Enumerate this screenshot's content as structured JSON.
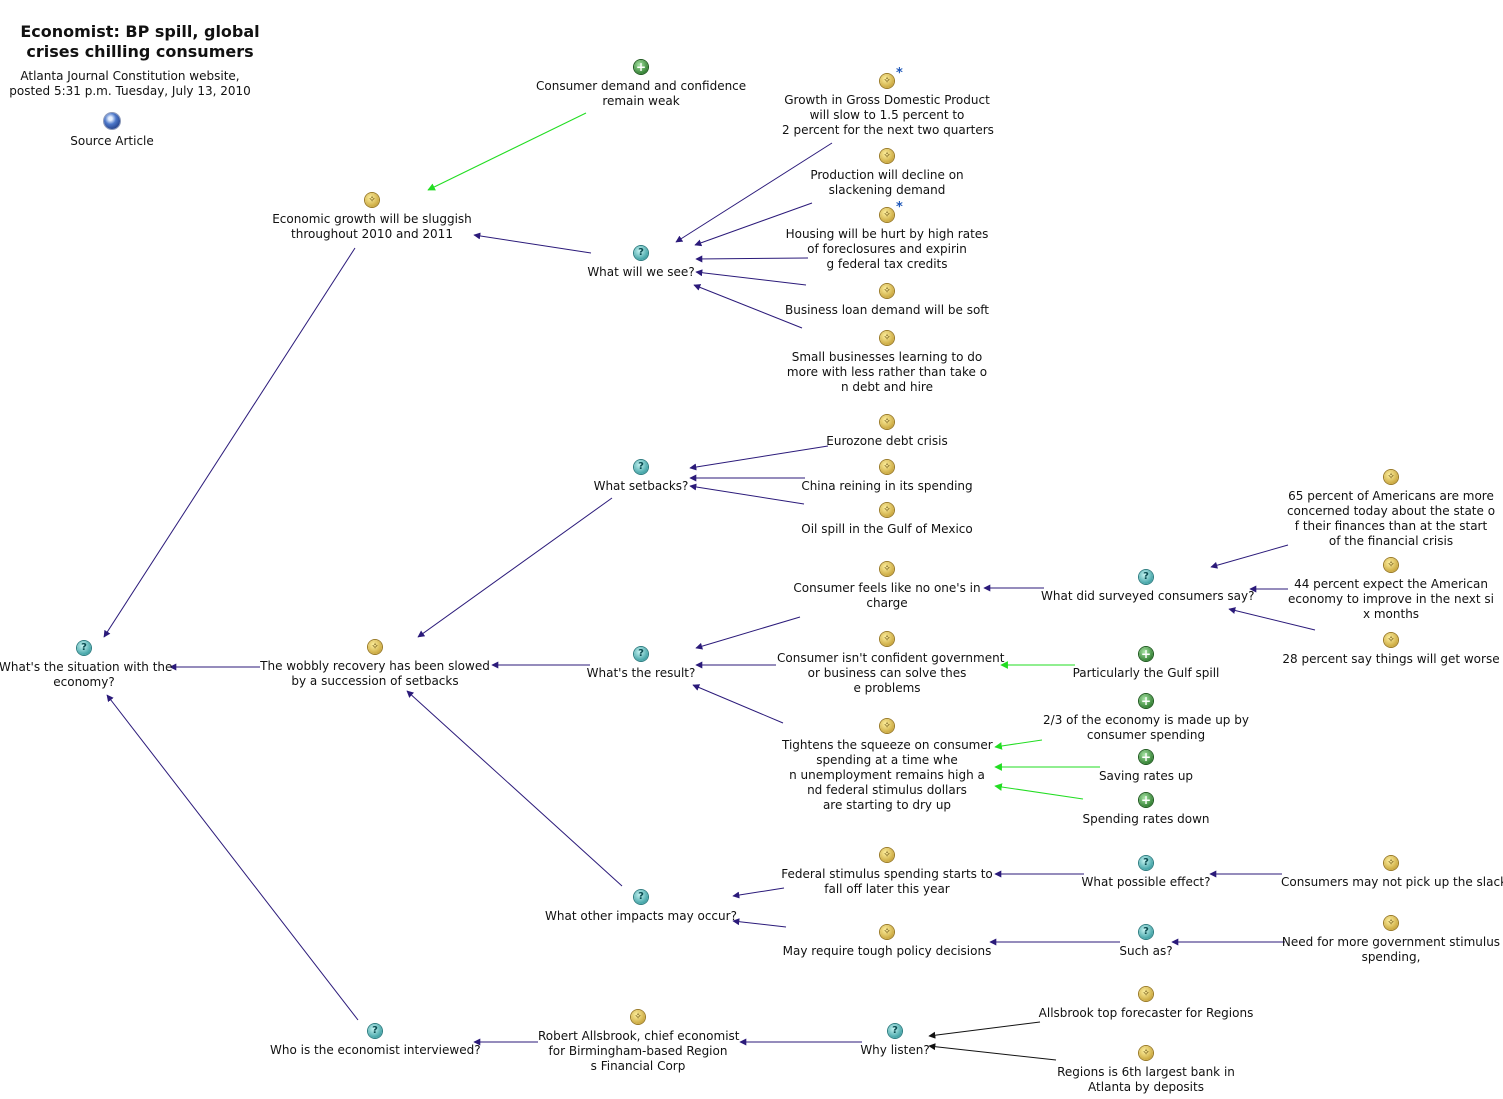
{
  "header": {
    "title": "Economist: BP spill, global crises chilling consumers",
    "subtitle": "Atlanta Journal Constitution website, posted 5:31 p.m. Tuesday, July 13, 2010",
    "source_label": "Source Article"
  },
  "icons": {
    "question": "question-icon",
    "idea": "idea-icon",
    "pro": "plus-icon",
    "source": "globe-icon"
  },
  "colors": {
    "support": "#22dd22",
    "link": "#2b1a7a",
    "link_alt": "#111111"
  },
  "nodes": [
    {
      "id": "situation",
      "type": "q",
      "label": "What's the situation with the economy?"
    },
    {
      "id": "growth",
      "type": "i",
      "label": "Economic growth will be sluggish throughout 2010 and 2011"
    },
    {
      "id": "demand",
      "type": "p",
      "label": "Consumer demand and confidence remain weak"
    },
    {
      "id": "see",
      "type": "q",
      "label": "What will we see?"
    },
    {
      "id": "gdp",
      "type": "i",
      "star": true,
      "label": "Growth in Gross Domestic Product will slow to 1.5 percent to 2 percent for the next two quarters"
    },
    {
      "id": "production",
      "type": "i",
      "label": "Production will decline on slackening demand"
    },
    {
      "id": "housing",
      "type": "i",
      "star": true,
      "label": "Housing will be hurt by high rates of foreclosures and expiring federal tax credits"
    },
    {
      "id": "loans",
      "type": "i",
      "label": "Business loan demand will be soft"
    },
    {
      "id": "smallbiz",
      "type": "i",
      "label": "Small businesses learning to do more with less rather than take on debt and hire"
    },
    {
      "id": "setbacks",
      "type": "q",
      "label": "What setbacks?"
    },
    {
      "id": "eurozone",
      "type": "i",
      "label": "Eurozone debt crisis"
    },
    {
      "id": "china",
      "type": "i",
      "label": "China reining in its spending"
    },
    {
      "id": "oil",
      "type": "i",
      "label": "Oil spill in the Gulf of Mexico"
    },
    {
      "id": "wobbly",
      "type": "i",
      "label": "The wobbly recovery has been slowed by a succession of setbacks"
    },
    {
      "id": "result",
      "type": "q",
      "label": "What's the result?"
    },
    {
      "id": "nocharge",
      "type": "i",
      "label": "Consumer feels like no one's in charge"
    },
    {
      "id": "surveyed",
      "type": "q",
      "label": "What did surveyed consumers say?"
    },
    {
      "id": "pct65",
      "type": "i",
      "label": "65 percent of Americans are more concerned today about the state of their finances than at the start of the financial crisis"
    },
    {
      "id": "pct44",
      "type": "i",
      "label": "44 percent expect the American economy to improve in the next six months"
    },
    {
      "id": "pct28",
      "type": "i",
      "label": "28 percent say things will get worse"
    },
    {
      "id": "notconfident",
      "type": "i",
      "label": "Consumer isn't confident government or business can solve these problems"
    },
    {
      "id": "gulf",
      "type": "p",
      "label": "Particularly the Gulf spill"
    },
    {
      "id": "squeeze",
      "type": "i",
      "label": "Tightens the squeeze on consumer spending at a time when unemployment remains high and federal stimulus dollars are starting to dry up"
    },
    {
      "id": "twothirds",
      "type": "p",
      "label": "2/3 of the economy is made up by consumer spending"
    },
    {
      "id": "saving",
      "type": "p",
      "label": "Saving rates up"
    },
    {
      "id": "spending",
      "type": "p",
      "label": "Spending rates down"
    },
    {
      "id": "impacts",
      "type": "q",
      "label": "What other impacts may occur?"
    },
    {
      "id": "stimulus",
      "type": "i",
      "label": "Federal stimulus spending starts to fall off later this year"
    },
    {
      "id": "effect",
      "type": "q",
      "label": "What possible effect?"
    },
    {
      "id": "slack",
      "type": "i",
      "label": "Consumers may not pick up the slack"
    },
    {
      "id": "tough",
      "type": "i",
      "label": "May require tough policy decisions"
    },
    {
      "id": "suchas",
      "type": "q",
      "label": "Such as?"
    },
    {
      "id": "moregov",
      "type": "i",
      "label": "Need for more government stimulus spending,"
    },
    {
      "id": "economist",
      "type": "q",
      "label": "Who is the economist interviewed?"
    },
    {
      "id": "allsbrook",
      "type": "i",
      "label": "Robert Allsbrook, chief economist for Birmingham-based Regions Financial Corp"
    },
    {
      "id": "why",
      "type": "q",
      "label": "Why listen?"
    },
    {
      "id": "forecaster",
      "type": "i",
      "label": "Allsbrook top forecaster for Regions"
    },
    {
      "id": "bank",
      "type": "i",
      "label": "Regions is 6th largest bank in Atlanta by deposits"
    }
  ],
  "edges": [
    {
      "from": "growth",
      "to": "situation",
      "kind": "link"
    },
    {
      "from": "wobbly",
      "to": "situation",
      "kind": "link"
    },
    {
      "from": "economist",
      "to": "situation",
      "kind": "link"
    },
    {
      "from": "demand",
      "to": "growth",
      "kind": "support"
    },
    {
      "from": "see",
      "to": "growth",
      "kind": "link"
    },
    {
      "from": "gdp",
      "to": "see",
      "kind": "link"
    },
    {
      "from": "production",
      "to": "see",
      "kind": "link"
    },
    {
      "from": "housing",
      "to": "see",
      "kind": "link"
    },
    {
      "from": "loans",
      "to": "see",
      "kind": "link"
    },
    {
      "from": "smallbiz",
      "to": "see",
      "kind": "link"
    },
    {
      "from": "setbacks",
      "to": "wobbly",
      "kind": "link"
    },
    {
      "from": "eurozone",
      "to": "setbacks",
      "kind": "link"
    },
    {
      "from": "china",
      "to": "setbacks",
      "kind": "link"
    },
    {
      "from": "oil",
      "to": "setbacks",
      "kind": "link"
    },
    {
      "from": "result",
      "to": "wobbly",
      "kind": "link"
    },
    {
      "from": "nocharge",
      "to": "result",
      "kind": "link"
    },
    {
      "from": "notconfident",
      "to": "result",
      "kind": "link"
    },
    {
      "from": "squeeze",
      "to": "result",
      "kind": "link"
    },
    {
      "from": "surveyed",
      "to": "nocharge",
      "kind": "link"
    },
    {
      "from": "pct65",
      "to": "surveyed",
      "kind": "link"
    },
    {
      "from": "pct44",
      "to": "surveyed",
      "kind": "link"
    },
    {
      "from": "pct28",
      "to": "surveyed",
      "kind": "link"
    },
    {
      "from": "gulf",
      "to": "notconfident",
      "kind": "support"
    },
    {
      "from": "twothirds",
      "to": "squeeze",
      "kind": "support"
    },
    {
      "from": "saving",
      "to": "squeeze",
      "kind": "support"
    },
    {
      "from": "spending",
      "to": "squeeze",
      "kind": "support"
    },
    {
      "from": "impacts",
      "to": "wobbly",
      "kind": "link"
    },
    {
      "from": "stimulus",
      "to": "impacts",
      "kind": "link"
    },
    {
      "from": "tough",
      "to": "impacts",
      "kind": "link"
    },
    {
      "from": "effect",
      "to": "stimulus",
      "kind": "link"
    },
    {
      "from": "slack",
      "to": "effect",
      "kind": "link"
    },
    {
      "from": "suchas",
      "to": "tough",
      "kind": "link"
    },
    {
      "from": "moregov",
      "to": "suchas",
      "kind": "link"
    },
    {
      "from": "allsbrook",
      "to": "economist",
      "kind": "link"
    },
    {
      "from": "why",
      "to": "allsbrook",
      "kind": "link"
    },
    {
      "from": "forecaster",
      "to": "why",
      "kind": "link_alt"
    },
    {
      "from": "bank",
      "to": "why",
      "kind": "link_alt"
    }
  ]
}
